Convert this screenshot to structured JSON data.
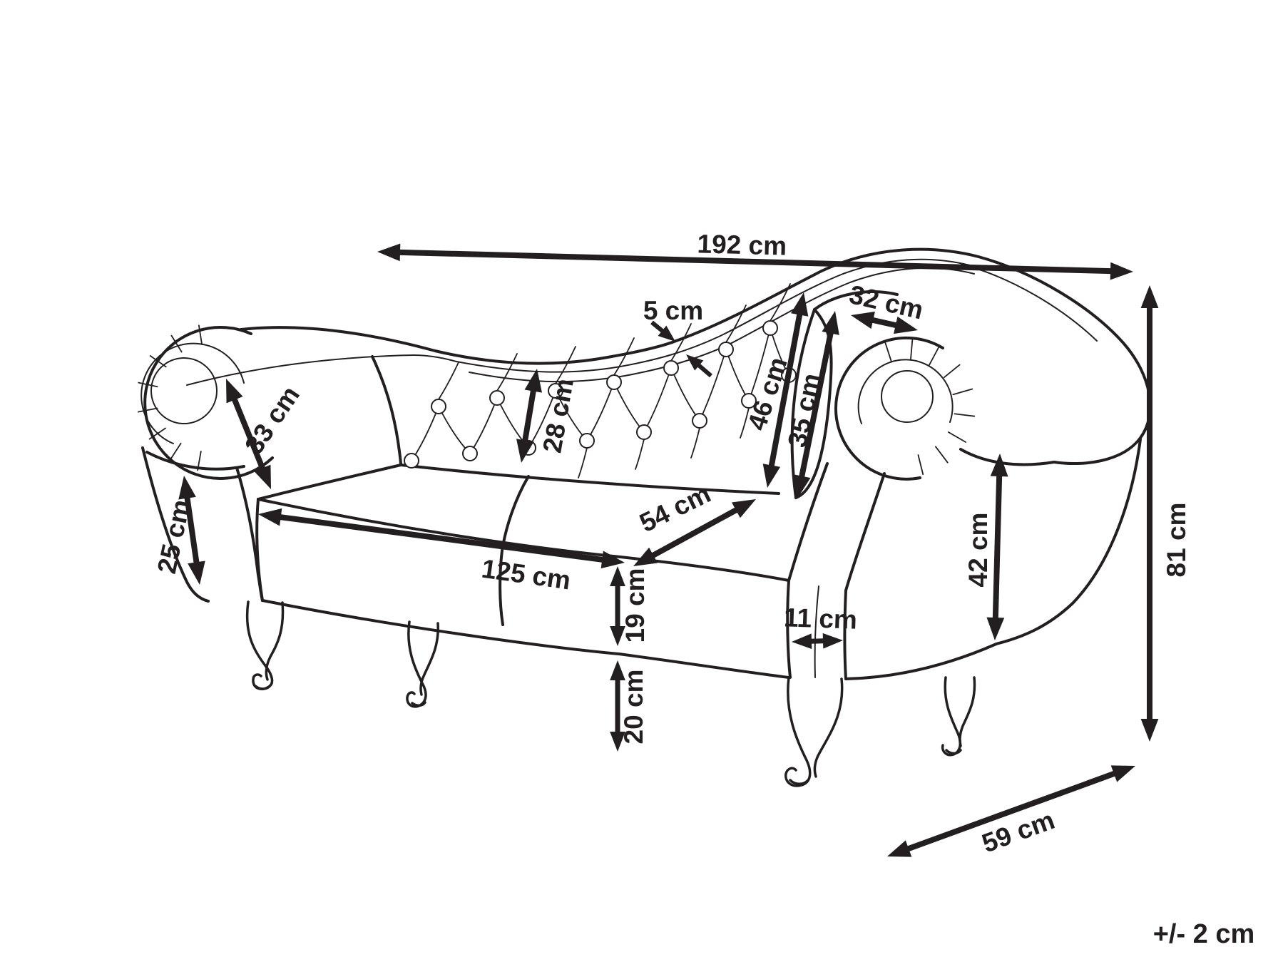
{
  "dimensions": {
    "overall_length": {
      "label": "192 cm"
    },
    "back_trim_thickness": {
      "label": "5 cm"
    },
    "armrest_top_width": {
      "label": "32 cm"
    },
    "left_armrest_width": {
      "label": "33 cm"
    },
    "backrest_height": {
      "label": "28 cm"
    },
    "backrest_height_right": {
      "label": "46 cm"
    },
    "inner_arm_height": {
      "label": "35 cm"
    },
    "arm_front_height": {
      "label": "25 cm"
    },
    "seat_depth": {
      "label": "54 cm"
    },
    "seat_length": {
      "label": "125 cm"
    },
    "seat_rail_height": {
      "label": "19 cm"
    },
    "arm_to_floor_height": {
      "label": "42 cm"
    },
    "arm_front_width": {
      "label": "11 cm"
    },
    "floor_clearance": {
      "label": "20 cm"
    },
    "overall_depth": {
      "label": "59 cm"
    },
    "overall_height": {
      "label": "81 cm"
    }
  },
  "tolerance": {
    "label": "+/- 2 cm"
  },
  "colors": {
    "line": "#231f20",
    "background": "#ffffff"
  }
}
